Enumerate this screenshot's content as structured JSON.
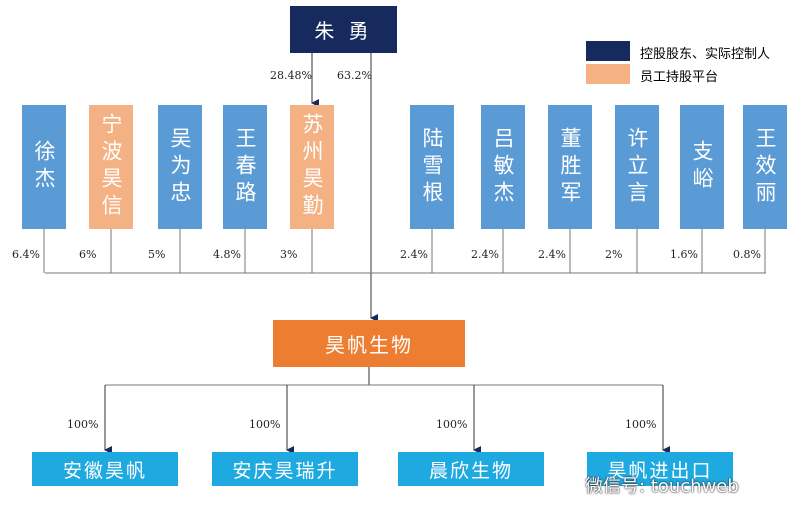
{
  "controller": {
    "name": "朱 勇",
    "pct_to_platform": "28.48%",
    "pct_to_company": "63.2%"
  },
  "legend": [
    {
      "label": "控股股东、实际控制人",
      "color": "#162a5e"
    },
    {
      "label": "员工持股平台",
      "color": "#f4b183"
    }
  ],
  "shareholders": [
    {
      "name": "徐杰",
      "pct": "6.4%",
      "type": "person"
    },
    {
      "name": "宁波昊信",
      "pct": "6%",
      "type": "platform"
    },
    {
      "name": "吴为忠",
      "pct": "5%",
      "type": "person"
    },
    {
      "name": "王春路",
      "pct": "4.8%",
      "type": "person"
    },
    {
      "name": "苏州昊勤",
      "pct": "3%",
      "type": "platform"
    },
    {
      "name": "陆雪根",
      "pct": "2.4%",
      "type": "person"
    },
    {
      "name": "吕敏杰",
      "pct": "2.4%",
      "type": "person"
    },
    {
      "name": "董胜军",
      "pct": "2.4%",
      "type": "person"
    },
    {
      "name": "许立言",
      "pct": "2%",
      "type": "person"
    },
    {
      "name": "支峪",
      "pct": "1.6%",
      "type": "person"
    },
    {
      "name": "王效丽",
      "pct": "0.8%",
      "type": "person"
    }
  ],
  "company": {
    "name": "昊帆生物",
    "color": "#ed7d31"
  },
  "subsidiaries": [
    {
      "name": "安徽昊帆",
      "pct": "100%"
    },
    {
      "name": "安庆昊瑞升",
      "pct": "100%"
    },
    {
      "name": "晨欣生物",
      "pct": "100%"
    },
    {
      "name": "昊帆进出口",
      "pct": "100%"
    }
  ],
  "watermark": "微信号: touchweb"
}
